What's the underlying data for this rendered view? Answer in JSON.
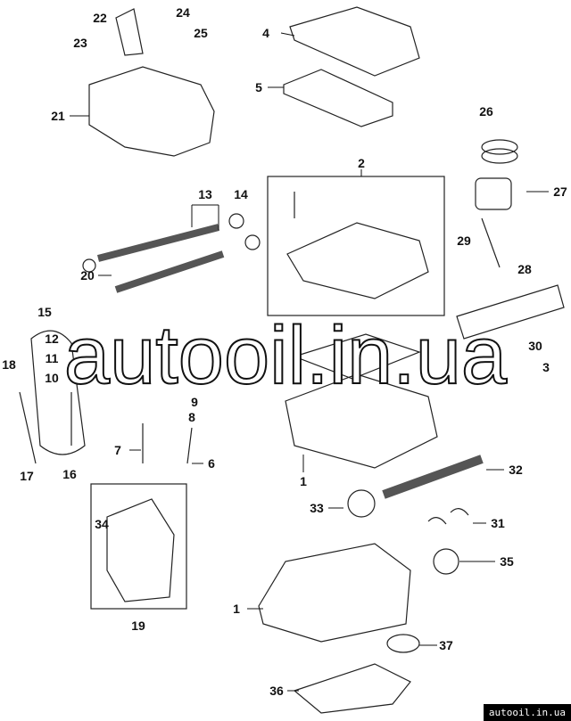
{
  "diagram": {
    "callouts": [
      "22",
      "24",
      "23",
      "25",
      "4",
      "5",
      "21",
      "26",
      "2",
      "27",
      "13",
      "14",
      "29",
      "28",
      "20",
      "15",
      "12",
      "18",
      "3",
      "30",
      "11",
      "10",
      "9",
      "8",
      "7",
      "6",
      "17",
      "16",
      "1",
      "32",
      "33",
      "34",
      "31",
      "35",
      "19",
      "1",
      "37",
      "36"
    ]
  },
  "watermark": {
    "text": "autooil.in.ua"
  },
  "footer": {
    "text": "autooil.in.ua"
  }
}
